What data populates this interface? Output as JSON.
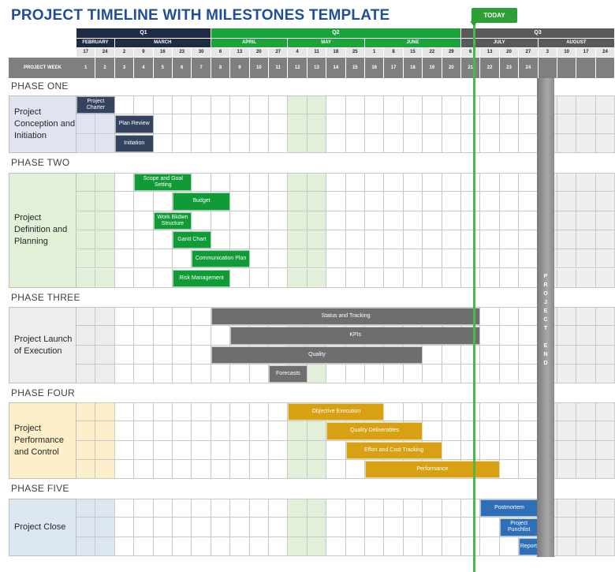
{
  "title": "PROJECT TIMELINE WITH MILESTONES TEMPLATE",
  "today_label": "TODAY",
  "project_week_label": "PROJECT WEEK",
  "project_end_label": "P\nR\nO\nJ\nE\nC\nT\n\nE\nN\nD",
  "quarters": [
    {
      "label": "Q1",
      "color": "#1f2a44"
    },
    {
      "label": "Q2",
      "color": "#1aa43a"
    },
    {
      "label": "Q3",
      "color": "#595959"
    }
  ],
  "months": [
    {
      "label": "FEBRUARY",
      "color": "#1f2a44"
    },
    {
      "label": "MARCH",
      "color": "#1f2a44"
    },
    {
      "label": "APRIL",
      "color": "#1aa43a"
    },
    {
      "label": "MAY",
      "color": "#1aa43a"
    },
    {
      "label": "JUNE",
      "color": "#1aa43a"
    },
    {
      "label": "JULY",
      "color": "#595959"
    },
    {
      "label": "AUGUST",
      "color": "#595959"
    }
  ],
  "dates": [
    "17",
    "24",
    "2",
    "9",
    "16",
    "23",
    "30",
    "6",
    "13",
    "20",
    "27",
    "4",
    "11",
    "18",
    "25",
    "1",
    "8",
    "15",
    "22",
    "29",
    "6",
    "13",
    "20",
    "27",
    "3",
    "10",
    "17",
    "24"
  ],
  "weeks": [
    "1",
    "2",
    "3",
    "4",
    "5",
    "6",
    "7",
    "8",
    "9",
    "10",
    "11",
    "12",
    "13",
    "14",
    "15",
    "16",
    "17",
    "18",
    "19",
    "20",
    "21",
    "22",
    "23",
    "24",
    "",
    "",
    "",
    ""
  ],
  "phases": [
    {
      "heading": "PHASE ONE",
      "label": "Project Conception and Initiation",
      "color": "#dfe4f0",
      "bars": [
        {
          "text": "Project Charter",
          "color": "#34445f"
        },
        {
          "text": "Plan Review",
          "color": "#34445f"
        },
        {
          "text": "Initiation",
          "color": "#34445f"
        }
      ]
    },
    {
      "heading": "PHASE TWO",
      "label": "Project Definition and Planning",
      "color": "#e3f0d8",
      "bars": [
        {
          "text": "Scope and Goal Setting",
          "color": "#119b37"
        },
        {
          "text": "Budget",
          "color": "#119b37"
        },
        {
          "text": "Work Bkdwn Structure",
          "color": "#119b37"
        },
        {
          "text": "Gantt Chart",
          "color": "#119b37"
        },
        {
          "text": "Communication Plan",
          "color": "#119b37"
        },
        {
          "text": "Risk Management",
          "color": "#119b37"
        }
      ]
    },
    {
      "heading": "PHASE THREE",
      "label": "Project Launch of Execution",
      "color": "#ededed",
      "bars": [
        {
          "text": "Status and Tracking",
          "color": "#6e6e6e"
        },
        {
          "text": "KPIs",
          "color": "#6e6e6e"
        },
        {
          "text": "Quality",
          "color": "#6e6e6e"
        },
        {
          "text": "Forecasts",
          "color": "#6e6e6e"
        }
      ]
    },
    {
      "heading": "PHASE FOUR",
      "label": "Project Performance and Control",
      "color": "#fdefc9",
      "bars": [
        {
          "text": "Objective Execution",
          "color": "#d8a013"
        },
        {
          "text": "Quality Deliverables",
          "color": "#d8a013"
        },
        {
          "text": "Effort and Cost Tracking",
          "color": "#d8a013"
        },
        {
          "text": "Performance",
          "color": "#d8a013"
        }
      ]
    },
    {
      "heading": "PHASE FIVE",
      "label": "Project Close",
      "color": "#dde6f3",
      "bars": [
        {
          "text": "Postmortem",
          "color": "#2f6fb8"
        },
        {
          "text": "Project Punchlist",
          "color": "#2f6fb8"
        },
        {
          "text": "Report",
          "color": "#2f6fb8"
        }
      ]
    }
  ]
}
